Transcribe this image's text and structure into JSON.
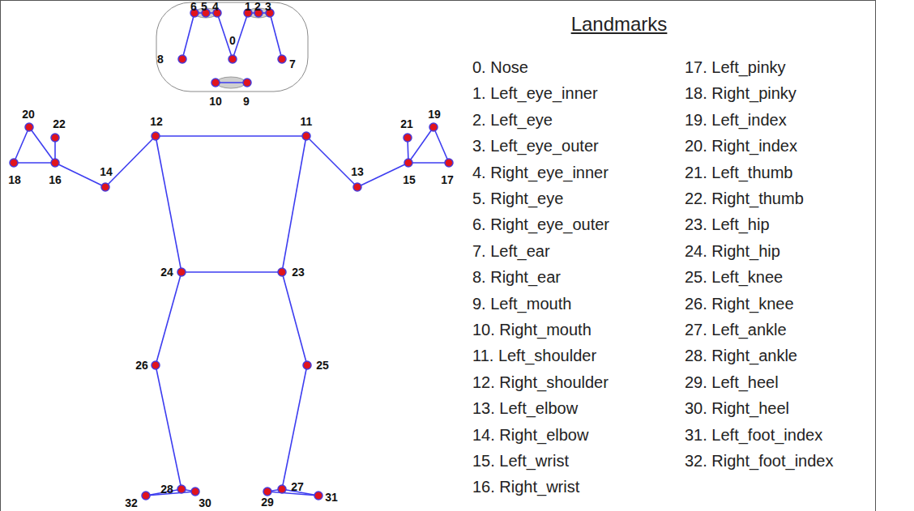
{
  "diagram": {
    "title": "Landmarks",
    "labels": [
      "6",
      "5",
      "4",
      "1",
      "2",
      "3",
      "8",
      "0",
      "7",
      "10",
      "9",
      "20",
      "19",
      "22",
      "12",
      "11",
      "21",
      "14",
      "13",
      "18",
      "16",
      "15",
      "17",
      "24",
      "23",
      "26",
      "25",
      "28",
      "27",
      "31",
      "32",
      "30",
      "29",
      "0. Nose",
      "1. Left_eye_inner",
      "2. Left_eye",
      "3. Left_eye_outer",
      "4. Right_eye_inner",
      "5. Right_eye",
      "6. Right_eye_outer",
      "7. Left_ear",
      "8. Right_ear",
      "9. Left_mouth",
      "10. Right_mouth",
      "11. Left_shoulder",
      "12. Right_shoulder",
      "13. Left_elbow",
      "14. Right_elbow",
      "15. Left_wrist",
      "16. Right_wrist",
      "17. Left_pinky",
      "18. Right_pinky",
      "19. Left_index",
      "20. Right_index",
      "21. Left_thumb",
      "22. Right_thumb",
      "23. Left_hip",
      "24. Right_hip",
      "25. Left_knee",
      "26. Right_knee",
      "27. Left_ankle",
      "28. Right_ankle",
      "29. Left_heel",
      "30. Right_heel",
      "31. Left_foot_index",
      "32. Right_foot_index"
    ]
  }
}
